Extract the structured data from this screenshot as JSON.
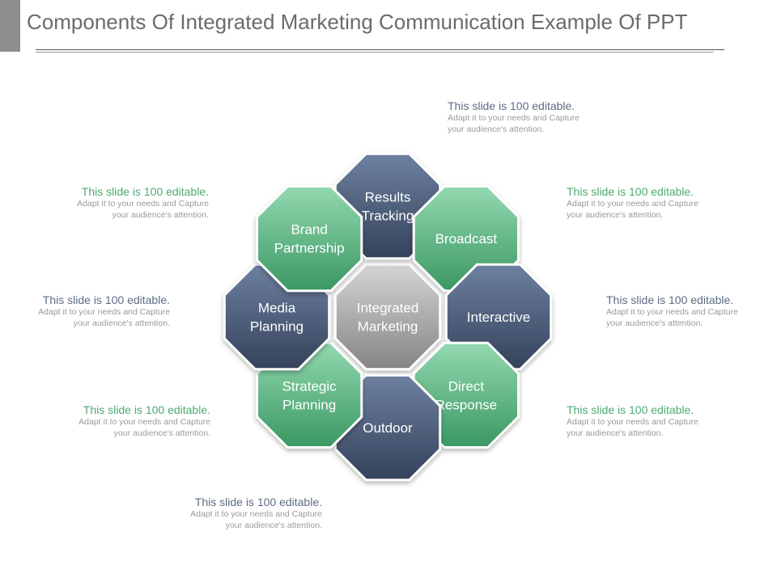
{
  "title": "Components Of Integrated Marketing Communication Example Of PPT",
  "colors": {
    "blue_dark": "#3b4a60",
    "blue_light": "#6e80a0",
    "green_dark": "#3f9c66",
    "green_light": "#8fd6ad",
    "gray_dark": "#8a8a8a",
    "gray_light": "#cfcfcf",
    "arrow": "#b7b7b7"
  },
  "center": {
    "lines": [
      "Integrated",
      "Marketing"
    ],
    "color": "gray"
  },
  "nodes": [
    {
      "id": "results-tracking",
      "lines": [
        "Results",
        "Tracking"
      ],
      "color": "blue"
    },
    {
      "id": "broadcast",
      "lines": [
        "Broadcast"
      ],
      "color": "green"
    },
    {
      "id": "interactive",
      "lines": [
        "Interactive"
      ],
      "color": "blue"
    },
    {
      "id": "direct-response",
      "lines": [
        "Direct",
        "Response"
      ],
      "color": "green"
    },
    {
      "id": "outdoor",
      "lines": [
        "Outdoor"
      ],
      "color": "blue"
    },
    {
      "id": "strategic-planning",
      "lines": [
        "Strategic",
        "Planning"
      ],
      "color": "green"
    },
    {
      "id": "media-planning",
      "lines": [
        "Media",
        "Planning"
      ],
      "color": "blue"
    },
    {
      "id": "brand-partnership",
      "lines": [
        "Brand",
        "Partnership"
      ],
      "color": "green"
    }
  ],
  "notes": [
    {
      "heading": "This slide is 100 editable.",
      "body": [
        "Adapt it to your needs and Capture",
        "your audience's attention."
      ]
    },
    {
      "heading": "This slide is 100 editable.",
      "body": [
        "Adapt it to your needs and Capture",
        "your audience's attention."
      ]
    },
    {
      "heading": "This slide is 100 editable.",
      "body": [
        "Adapt it to your needs and Capture",
        "your audience's attention."
      ]
    },
    {
      "heading": "This slide is 100 editable.",
      "body": [
        "Adapt it to your needs and Capture",
        "your audience's attention."
      ]
    },
    {
      "heading": "This slide is 100 editable.",
      "body": [
        "Adapt it to your needs and Capture",
        "your audience's attention."
      ]
    },
    {
      "heading": "This slide is 100 editable.",
      "body": [
        "Adapt it to your needs and Capture",
        "your audience's attention."
      ]
    },
    {
      "heading": "This slide is 100 editable.",
      "body": [
        "Adapt it to your needs and Capture",
        "your audience's attention."
      ]
    },
    {
      "heading": "This slide is 100 editable.",
      "body": [
        "Adapt it to your needs and Capture",
        "your audience's attention."
      ]
    }
  ]
}
